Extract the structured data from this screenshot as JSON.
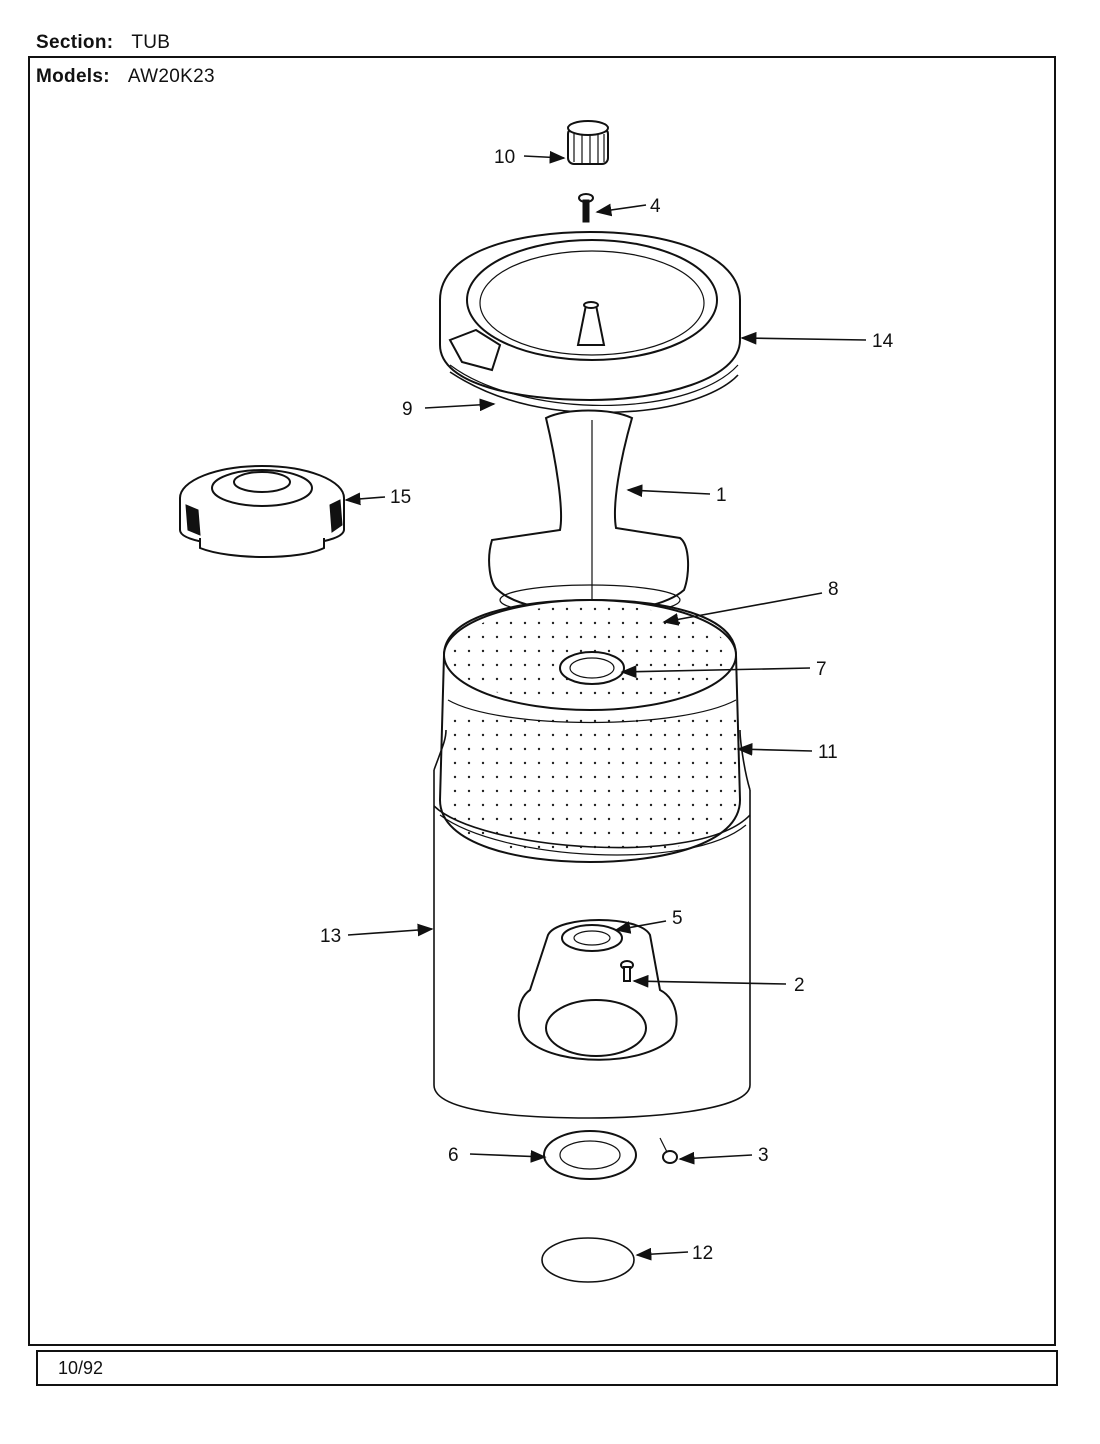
{
  "header": {
    "section_label": "Section:",
    "section_value": "TUB",
    "models_label": "Models:",
    "models_value": "AW20K23"
  },
  "footer": {
    "date": "10/92"
  },
  "callouts": [
    "10",
    "4",
    "14",
    "9",
    "15",
    "1",
    "8",
    "7",
    "11",
    "13",
    "5",
    "2",
    "6",
    "3",
    "12"
  ]
}
